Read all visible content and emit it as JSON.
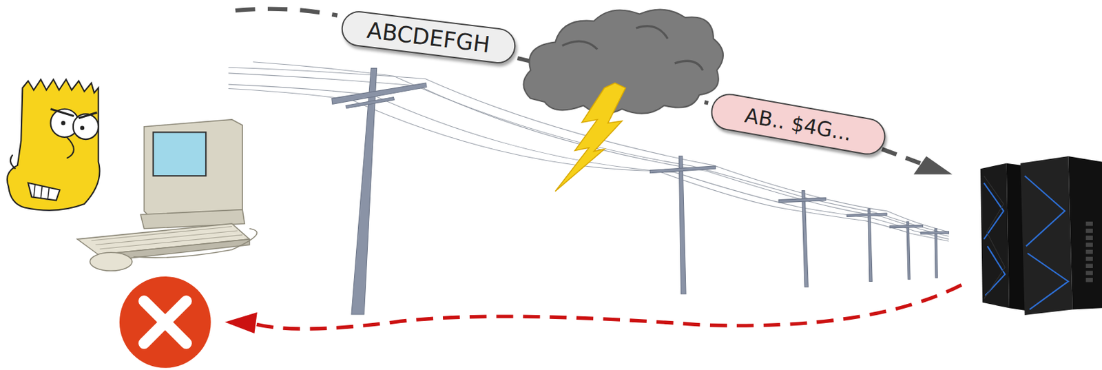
{
  "diagram": {
    "nodes": [
      {
        "text": [
          "ABCDEFGH"
        ]
      },
      {
        "text": [
          "AB.. $4G..."
        ]
      }
    ],
    "edges": [
      {
        "from": 0,
        "to": 1,
        "arrow": "none"
      }
    ]
  }
}
